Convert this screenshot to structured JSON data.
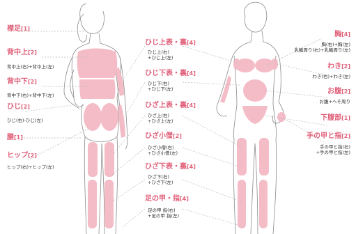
{
  "left": [
    {
      "name": "襟足",
      "count": "[1]",
      "detail": []
    },
    {
      "name": "背中上",
      "count": "[2]",
      "detail": [
        "背中上(右)+背中上(左)"
      ]
    },
    {
      "name": "背中下",
      "count": "[2]",
      "detail": [
        "背中下(右)+背中下(左)"
      ]
    },
    {
      "name": "ひじ",
      "count": "[2]",
      "detail": [
        "ひじ(右)-ひじ(左)"
      ]
    },
    {
      "name": "腰",
      "count": "[1]",
      "detail": []
    },
    {
      "name": "ヒップ",
      "count": "[2]",
      "detail": [
        "ヒップ(右)+ヒップ(左)"
      ]
    }
  ],
  "center": [
    {
      "name": "ひじ上表・裏",
      "count": "[4]",
      "detail": [
        "ひじ上(右)",
        "+ひじ上(左)"
      ]
    },
    {
      "name": "ひじ下表・裏",
      "count": "[4]",
      "detail": [
        "ひじ下(右)",
        "+ひじ下(左)"
      ]
    },
    {
      "name": "ひざ上表・裏",
      "count": "[4]",
      "detail": [
        "ひざ上(右)",
        "+ひざ上(左)"
      ]
    },
    {
      "name": "ひざ小僧",
      "count": "[2]",
      "detail": [
        "ひざ小僧(右)",
        "+ひざ小僧(左)"
      ]
    },
    {
      "name": "ひざ下表・裏",
      "count": "[4]",
      "detail": [
        "ひざ下(右)",
        "+ひざ下(左)"
      ]
    },
    {
      "name": "足の甲・指",
      "count": "[4]",
      "detail": [
        "足の甲 指(右)",
        "+足の甲 指(左)"
      ]
    }
  ],
  "right": [
    {
      "name": "胸",
      "count": "[4]",
      "detail": [
        "胸(右)+胸(左)",
        "乳輪周り(右)+乳輪周り(左)"
      ]
    },
    {
      "name": "わき",
      "count": "[2]",
      "detail": [
        "わき(右)+わき(左)"
      ]
    },
    {
      "name": "お腹",
      "count": "[2]",
      "detail": [
        "お腹+へそ周り"
      ]
    },
    {
      "name": "下腹部",
      "count": "[1]",
      "detail": []
    },
    {
      "name": "手の甲と指",
      "count": "[2]",
      "detail": [
        "手の甲と指(右)",
        "+手の甲と指(左)"
      ]
    }
  ],
  "colors": {
    "label": "#e0617a",
    "zone": "#f4b9c4",
    "outline": "#8a8a8a",
    "leader": "#b9b9b9"
  }
}
